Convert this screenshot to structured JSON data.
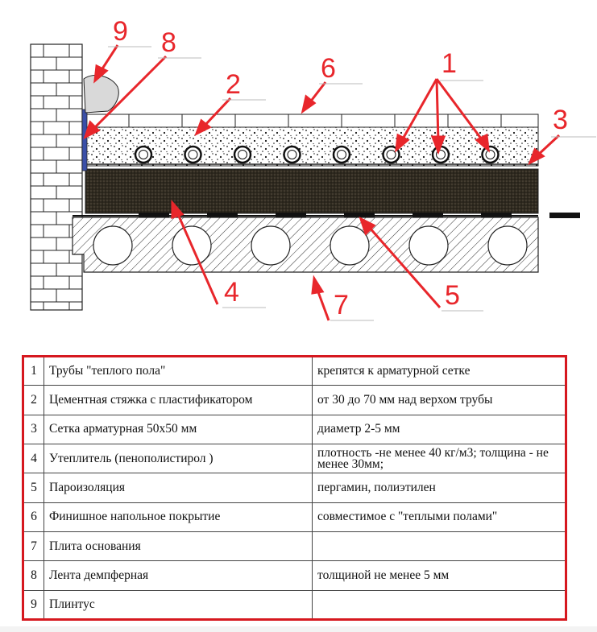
{
  "diagram": {
    "callout_color": "#e8262b",
    "labels": [
      {
        "id": "1",
        "text": "1"
      },
      {
        "id": "2",
        "text": "2"
      },
      {
        "id": "3",
        "text": "3"
      },
      {
        "id": "4",
        "text": "4"
      },
      {
        "id": "5",
        "text": "5"
      },
      {
        "id": "6",
        "text": "6"
      },
      {
        "id": "7",
        "text": "7"
      },
      {
        "id": "8",
        "text": "8"
      },
      {
        "id": "9",
        "text": "9"
      }
    ]
  },
  "table": {
    "border_color": "#d6181f",
    "rows": [
      {
        "num": "1",
        "name": "Трубы  \"теплого пола\"",
        "note": "крепятся к арматурной сетке"
      },
      {
        "num": "2",
        "name": "Цементная стяжка с пластификатором",
        "note": "от 30 до 70 мм над верхом трубы"
      },
      {
        "num": "3",
        "name": "Сетка арматурная 50х50 мм",
        "note": "диаметр 2-5 мм"
      },
      {
        "num": "4",
        "name": "Утеплитель (пенополистирол    )",
        "note": "плотность -не менее 40 кг/м3; толщина - не менее 30мм;"
      },
      {
        "num": "5",
        "name": "Пароизоляция",
        "note": "пергамин, полиэтилен"
      },
      {
        "num": "6",
        "name": "Финишное напольное покрытие",
        "note": "совместимое с \"теплыми полами\""
      },
      {
        "num": "7",
        "name": "Плита основания",
        "note": ""
      },
      {
        "num": "8",
        "name": "Лента демпферная",
        "note": "толщиной не менее 5 мм"
      },
      {
        "num": "9",
        "name": "Плинтус",
        "note": ""
      }
    ]
  }
}
